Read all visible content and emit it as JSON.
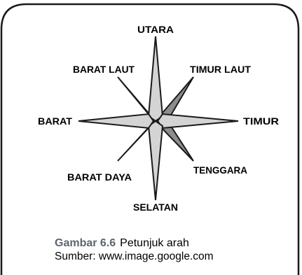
{
  "directions": {
    "north": "UTARA",
    "northeast": "TIMUR LAUT",
    "east": "TIMUR",
    "southeast": "TENGGARA",
    "south": "SELATAN",
    "southwest": "BARAT DAYA",
    "west": "BARAT",
    "northwest": "BARAT LAUT"
  },
  "caption": {
    "figure_label": "Gambar 6.6",
    "figure_title": "Petunjuk arah",
    "source": "Sumber: www.image.google.com"
  },
  "colors": {
    "light_point": "#d4d4d4",
    "dark_point": "#8c8c8c",
    "outline": "#1a1a1a",
    "figure_label": "#5c6470"
  }
}
